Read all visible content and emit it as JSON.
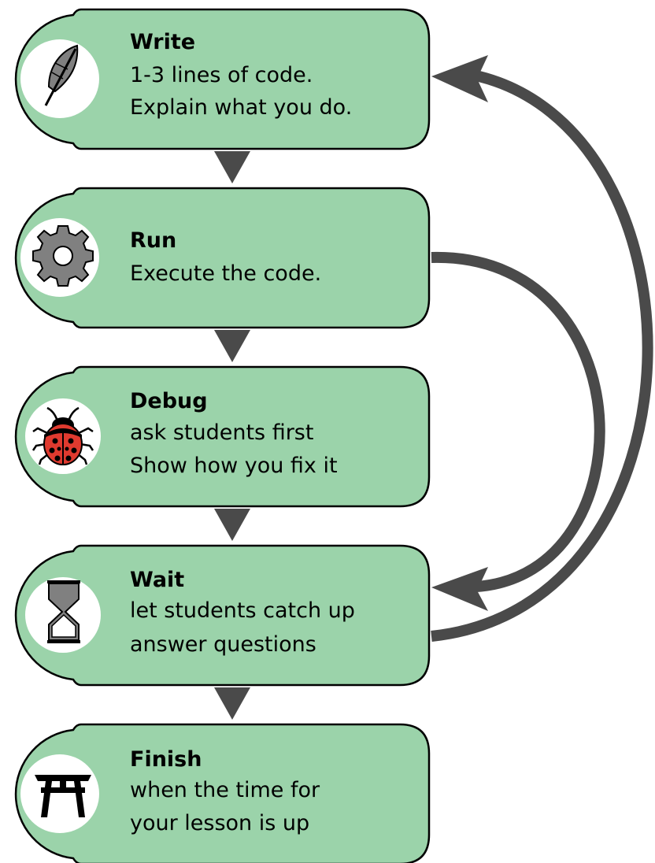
{
  "steps": [
    {
      "id": "write",
      "title": "Write",
      "lines": [
        "1-3 lines of code.",
        "Explain what you do."
      ],
      "icon": "quill-icon"
    },
    {
      "id": "run",
      "title": "Run",
      "lines": [
        "Execute the code."
      ],
      "icon": "gear-icon"
    },
    {
      "id": "debug",
      "title": "Debug",
      "lines": [
        "ask students first",
        "Show how you fix it"
      ],
      "icon": "ladybug-icon"
    },
    {
      "id": "wait",
      "title": "Wait",
      "lines": [
        "let students catch up",
        "answer questions"
      ],
      "icon": "hourglass-icon"
    },
    {
      "id": "finish",
      "title": "Finish",
      "lines": [
        "when the time for",
        "your lesson is up"
      ],
      "icon": "torii-gate-icon"
    }
  ],
  "colors": {
    "box_fill": "#9bd3aa",
    "box_stroke": "#000000",
    "arrow": "#4a4a4a",
    "icon_bg": "#ffffff",
    "ladybug_red": "#e03a2f",
    "gear_gray": "#808080"
  }
}
